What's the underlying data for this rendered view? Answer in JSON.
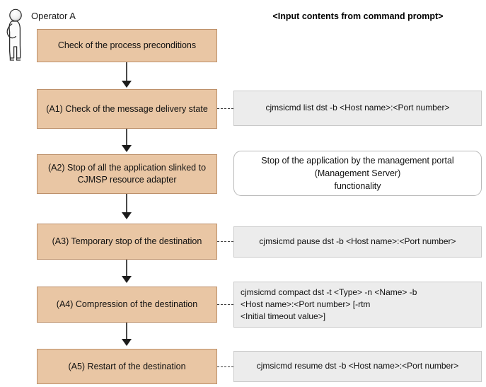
{
  "headings": {
    "operator": "Operator A",
    "command_column": "<Input contents from command prompt>"
  },
  "icons": {
    "operator_figure": "person-standing-icon"
  },
  "colors": {
    "process_fill": "#e9c6a4",
    "process_border": "#bd906a",
    "command_fill": "#ececec",
    "command_border": "#c9c9c9",
    "note_fill": "#ffffff",
    "note_border": "#b9b9b9",
    "arrow": "#4a4a4a",
    "text": "#111111"
  },
  "flow": {
    "steps": [
      {
        "id": "start",
        "label": "Check of the process preconditions",
        "side_type": "none",
        "side_text": ""
      },
      {
        "id": "a1",
        "label": "(A1) Check of the message delivery state",
        "side_type": "command",
        "side_text": "cjmsicmd list dst -b <Host name>:<Port number>"
      },
      {
        "id": "a2",
        "label": "(A2) Stop of all the application slinked to CJMSP resource adapter",
        "side_type": "note",
        "side_text": "Stop of the application by the management portal (Management Server) functionality"
      },
      {
        "id": "a3",
        "label": "(A3) Temporary stop of the destination",
        "side_type": "command",
        "side_text": "cjmsicmd pause dst -b <Host name>:<Port number>"
      },
      {
        "id": "a4",
        "label": "(A4) Compression of the destination",
        "side_type": "command",
        "side_text": "cjmsicmd compact dst -t <Type> -n <Name> -b <Host name>:<Port number> [-rtm <Initial timeout value>]"
      },
      {
        "id": "a5",
        "label": "(A5) Restart of the destination",
        "side_type": "command",
        "side_text": "cjmsicmd resume dst -b <Host name>:<Port number>"
      }
    ],
    "note_lines": [
      "Stop of the application by the management portal",
      "(Management Server)",
      "functionality"
    ],
    "a4_command_lines": [
      "cjmsicmd compact dst -t <Type> -n <Name> -b",
      "<Host name>:<Port number> [-rtm",
      "<Initial timeout value>]"
    ]
  }
}
